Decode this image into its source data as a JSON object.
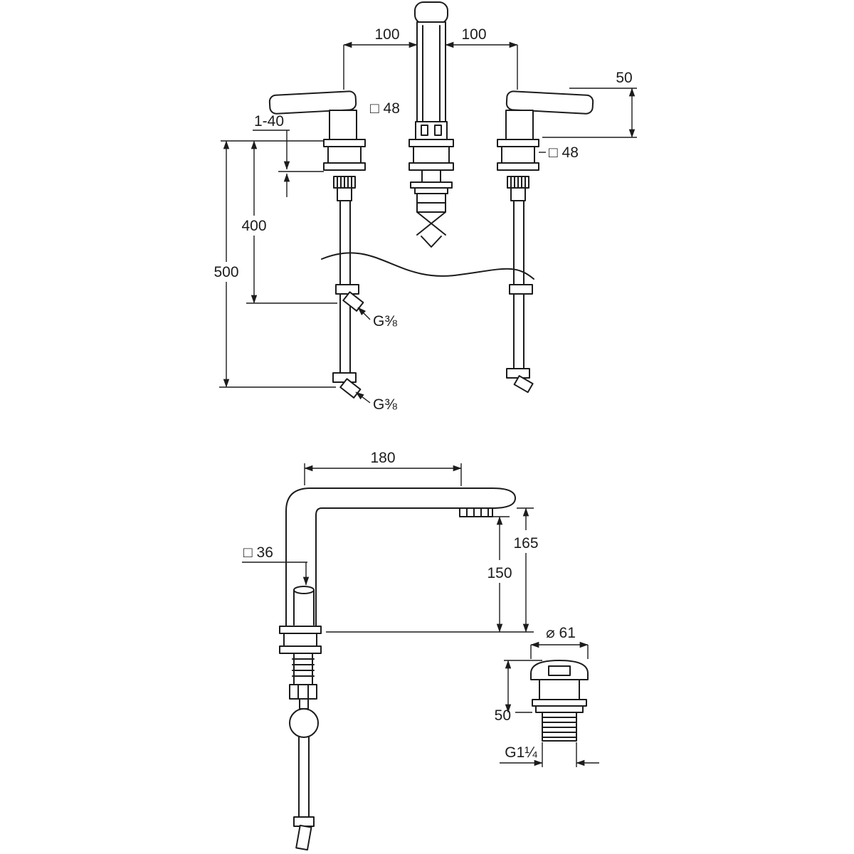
{
  "drawing": {
    "front_view": {
      "dim_center_to_handle_left": "100",
      "dim_center_to_handle_right": "100",
      "dim_handle_height": "50",
      "dim_spout_escutcheon": "□ 48",
      "dim_handle_escutcheon": "□ 48",
      "dim_mounting_thickness": "1-40",
      "dim_hose_length_short": "400",
      "dim_hose_length_long": "500",
      "thread_hose_upper": "G⅜",
      "thread_hose_lower": "G⅜"
    },
    "side_view": {
      "dim_spout_reach": "180",
      "dim_spout_total_height": "165",
      "dim_spout_outlet_height": "150",
      "dim_body_section": "□ 36"
    },
    "waste_view": {
      "dim_flange_diameter": "⌀ 61",
      "dim_height": "50",
      "thread_size": "G1¼"
    },
    "colors": {
      "line": "#1c1c1c",
      "background": "#ffffff"
    }
  }
}
